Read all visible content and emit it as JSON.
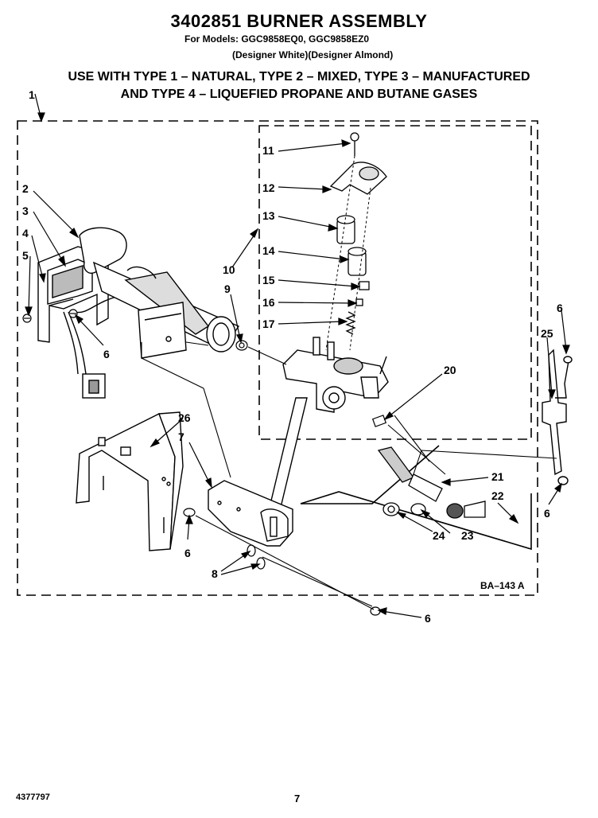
{
  "header": {
    "title": "3402851 BURNER ASSEMBLY",
    "models": "For Models: GGC9858EQ0, GGC9858EZ0",
    "variants": "(Designer White)(Designer Almond)",
    "gas_line1": "USE WITH TYPE 1 – NATURAL, TYPE 2 – MIXED, TYPE 3 – MANUFACTURED",
    "gas_line2": "AND TYPE 4 – LIQUEFIED PROPANE AND BUTANE GASES"
  },
  "callouts": {
    "c1": "1",
    "c2": "2",
    "c3": "3",
    "c4": "4",
    "c5": "5",
    "c6a": "6",
    "c6b": "6",
    "c6c": "6",
    "c6d": "6",
    "c6e": "6",
    "c7": "7",
    "c8": "8",
    "c9": "9",
    "c10": "10",
    "c11": "11",
    "c12": "12",
    "c13": "13",
    "c14": "14",
    "c15": "15",
    "c16": "16",
    "c17": "17",
    "c20": "20",
    "c21": "21",
    "c22": "22",
    "c23": "23",
    "c24": "24",
    "c25": "25",
    "c26": "26"
  },
  "diagram_code": "BA–143 A",
  "footer": {
    "doc_number": "4377797",
    "page_number": "7"
  }
}
